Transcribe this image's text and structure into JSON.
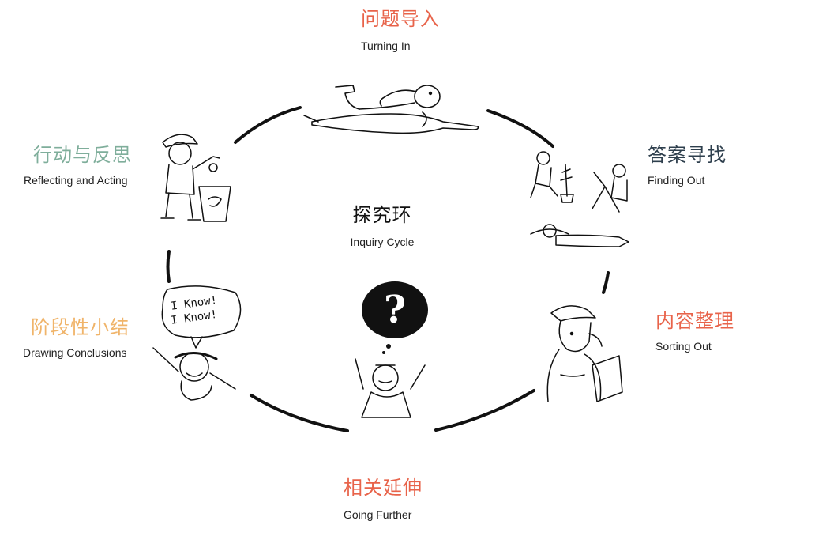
{
  "diagram": {
    "center": {
      "zh": "探究环",
      "en": "Inquiry Cycle"
    },
    "stages": [
      {
        "id": "turning-in",
        "zh": "问题导入",
        "en": "Turning In",
        "color": "#e8634a"
      },
      {
        "id": "finding-out",
        "zh": "答案寻找",
        "en": "Finding Out",
        "color": "#2e3f4d"
      },
      {
        "id": "sorting-out",
        "zh": "内容整理",
        "en": "Sorting Out",
        "color": "#e8634a"
      },
      {
        "id": "going-further",
        "zh": "相关延伸",
        "en": "Going Further",
        "color": "#e8634a"
      },
      {
        "id": "drawing-conclusions",
        "zh": "阶段性小结",
        "en": "Drawing Conclusions",
        "color": "#f0b46a"
      },
      {
        "id": "reflecting-acting",
        "zh": "行动与反思",
        "en": "Reflecting and Acting",
        "color": "#7fae9b"
      }
    ],
    "bubble_text": [
      "I Know!",
      "I Know!"
    ],
    "question_mark": "?"
  }
}
